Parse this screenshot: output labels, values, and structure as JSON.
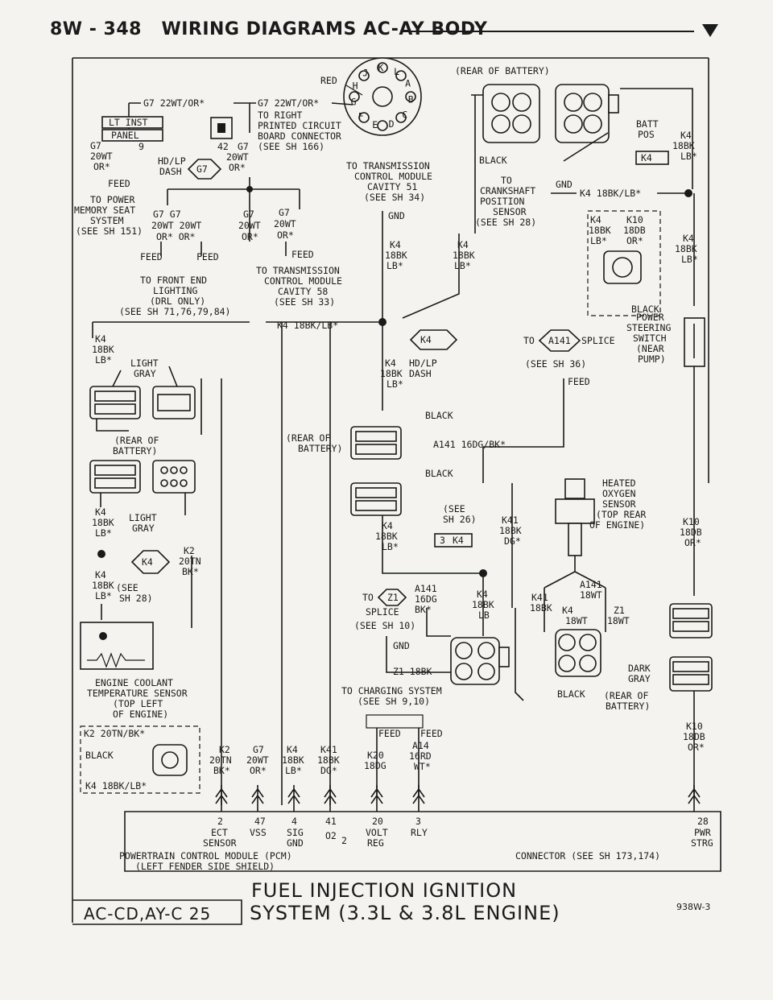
{
  "header": {
    "page": "8W - 348",
    "title": "WIRING DIAGRAMS AC-AY BODY"
  },
  "labels": {
    "red": "RED",
    "rear_battery_top": "(REAR OF BATTERY)",
    "g7_left": "G7 22WT/OR*",
    "g7_right": "G7 22WT/OR*",
    "lt_inst": "LT INST",
    "panel": "PANEL",
    "to_right_1": "TO RIGHT",
    "to_right_2": "PRINTED CIRCUIT",
    "to_right_3": "BOARD CONNECTOR",
    "to_right_4": "(SEE SH 166)",
    "num_42": "42",
    "num_9": "9",
    "g7_a1": "G7",
    "g7_a2": "20WT",
    "g7_a3": "OR*",
    "g7_b1": "G7",
    "g7_b2": "20WT",
    "g7_b3": "OR*",
    "hdlp": "HD/LP",
    "dash": "DASH",
    "g7_dia": "G7",
    "feed_a": "FEED",
    "to_power_1": "TO POWER",
    "to_power_2": "MEMORY SEAT",
    "to_power_3": "SYSTEM",
    "to_power_4": "(SEE SH 151)",
    "g7_c": "G7 G7",
    "g7_c2": "20WT 20WT",
    "g7_c3": "OR* OR*",
    "g7_d": "G7",
    "g7_d2": "20WT",
    "g7_d3": "OR*",
    "g7_e": "G7",
    "g7_e2": "20WT",
    "g7_e3": "OR*",
    "feed_b": "FEED",
    "feed_c": "FEED",
    "feed_d": "FEED",
    "front_1": "TO FRONT END",
    "front_2": "LIGHTING",
    "front_3": "(DRL ONLY)",
    "front_4": "(SEE SH 71,76,79,84)",
    "tcm51_1": "TO TRANSMISSION",
    "tcm51_2": "CONTROL MODULE",
    "tcm51_3": "CAVITY 51",
    "tcm51_4": "(SEE SH 34)",
    "gnd_a": "GND",
    "k4_m1": "K4",
    "k4_m2": "18BK",
    "k4_m3": "LB*",
    "tcm58_1": "TO TRANSMISSION",
    "tcm58_2": "CONTROL MODULE",
    "tcm58_3": "CAVITY 58",
    "tcm58_4": "(SEE SH 33)",
    "k4_bus": "K4 18BK/LB*",
    "black_a": "BLACK",
    "crank_1": "TO",
    "crank_2": "CRANKSHAFT",
    "crank_3": "POSITION",
    "crank_4": "SENSOR",
    "crank_5": "(SEE SH 28)",
    "crank_gnd": "GND",
    "k4_crank": "K4 18BK/LB*",
    "k4_r1": "K4",
    "k4_r2": "18BK",
    "k4_r3": "LB*",
    "batt_1": "BATT",
    "batt_2": "POS",
    "k4_br1": "K4",
    "k4_br2": "18BK",
    "k4_br3": "LB*",
    "k4_box": "K4",
    "k10_box": "K10",
    "k4_box2": "18BK",
    "k10_box2": "18DB",
    "k4_box3": "LB*",
    "k10_box3": "OR*",
    "k4_rr1": "K4",
    "k4_rr2": "18BK",
    "k4_rr3": "LB*",
    "black_box": "BLACK",
    "ps_1": "POWER",
    "ps_2": "STEERING",
    "ps_3": "SWITCH",
    "ps_4": "(NEAR",
    "ps_5": "PUMP)",
    "to_splice": "TO",
    "a141": "A141",
    "splice": "SPLICE",
    "see36": "(SEE SH 36)",
    "feed_e": "FEED",
    "k4_l1": "K4",
    "k4_l2": "18BK",
    "k4_l3": "LB*",
    "light_gray": "LIGHT",
    "gray": "GRAY",
    "k4_dia": "K4",
    "num_4": "4",
    "k4_h1": "K4",
    "hdlp2": "HD/LP",
    "k4_h2": "18BK",
    "dash2": "DASH",
    "k4_h3": "LB*",
    "rear_of_1": "(REAR OF",
    "rear_of_2": "BATTERY)",
    "black_b": "BLACK",
    "rear_of_c1": "(REAR OF",
    "rear_of_c2": "BATTERY)",
    "a141_wire": "A141 16DG/BK*",
    "black_c": "BLACK",
    "k4_lb1": "K4",
    "light2": "LIGHT",
    "k4_lb2": "18BK",
    "gray2": "GRAY",
    "k4_lb3": "LB*",
    "k2_1": "K2",
    "k2_2": "20TN",
    "k2_3": "BK*",
    "k4_cl1": "K4",
    "k4_cl2": "18BK",
    "k4_cl3": "LB*",
    "see28_1": "(SEE",
    "see28_2": "SH 28)",
    "k4_dia2": "K4",
    "see26_1": "(SEE",
    "see26_2": "SH 26)",
    "k4_c1": "K4",
    "k4_c2": "18BK",
    "k4_c3": "LB*",
    "k41_1": "K41",
    "k41_2": "18BK",
    "k41_3": "DG*",
    "box3": "3",
    "box_k4": "K4",
    "hos_1": "HEATED",
    "hos_2": "OXYGEN",
    "hos_3": "SENSOR",
    "hos_4": "(TOP REAR",
    "hos_5": "OF ENGINE)",
    "k10_r1": "K10",
    "k10_r2": "18DB",
    "k10_r3": "OR*",
    "to_z1": "TO",
    "z1": "Z1",
    "splice2": "SPLICE",
    "see10": "(SEE SH 10)",
    "a141_b1": "A141",
    "a141_b2": "16DG",
    "a141_b3": "BK*",
    "k4_lbb1": "K4",
    "k4_lbb2": "18BK",
    "k4_lbb3": "LB",
    "gnd_b": "GND",
    "z1_18bk": "Z1 18BK",
    "k41_h1": "K41",
    "k41_h2": "18BK",
    "a141_h1": "A141",
    "a141_h2": "18WT",
    "k4_h4": "K4",
    "k4_h5": "18WT",
    "z1_h1": "Z1",
    "z1_h2": "18WT",
    "black_d": "BLACK",
    "dark_gray_1": "DARK",
    "dark_gray_2": "GRAY",
    "rear_of_d1": "(REAR OF",
    "rear_of_d2": "BATTERY)",
    "charging_1": "TO CHARGING SYSTEM",
    "charging_2": "(SEE SH 9,10)",
    "ect_1": "ENGINE COOLANT",
    "ect_2": "TEMPERATURE SENSOR",
    "ect_3": "(TOP LEFT",
    "ect_4": "OF ENGINE)",
    "k2_box": "K2 20TN/BK*",
    "black_e": "BLACK",
    "k4_box_b": "K4 18BK/LB*",
    "feed_f": "FEED",
    "feed_g": "FEED",
    "k10_b1": "K10",
    "k10_b2": "18DB",
    "k10_b3": "OR*",
    "col_k2": [
      "K2",
      "20TN",
      "BK*"
    ],
    "col_g7": [
      "G7",
      "20WT",
      "OR*"
    ],
    "col_k4": [
      "K4",
      "18BK",
      "LB*"
    ],
    "col_k41": [
      "K41",
      "18BK",
      "DG*"
    ],
    "col_k20": [
      "K20",
      "18DG"
    ],
    "col_a14": [
      "A14",
      "16RD",
      "WT*"
    ],
    "pin_2": "2",
    "pin_47": "47",
    "pin_4": "4",
    "pin_41": "41",
    "pin_20": "20",
    "pin_3": "3",
    "pin_28": "28",
    "pin_2_d": [
      "ECT",
      "SENSOR"
    ],
    "pin_47_d": "VSS",
    "pin_4_d": [
      "SIG",
      "GND"
    ],
    "pin_41_d": "O2",
    "pin_41_sub": "2",
    "pin_20_d": [
      "VOLT",
      "REG"
    ],
    "pin_3_d": "RLY",
    "pin_28_d": [
      "PWR",
      "STRG"
    ],
    "pcm_1": "POWERTRAIN CONTROL MODULE (PCM)",
    "pcm_2": "(LEFT FENDER SIDE SHIELD)",
    "connector_ref": "CONNECTOR (SEE SH 173,174)",
    "footer_code": "AC-CD,AY-C 25",
    "footer_title_1": "FUEL INJECTION IGNITION",
    "footer_title_2": "SYSTEM (3.3L & 3.8L ENGINE)",
    "footer_ref": "938W-3",
    "conn_letters": [
      "A",
      "L",
      "K",
      "J",
      "H",
      "G",
      "F",
      "E",
      "D",
      "C",
      "B"
    ]
  }
}
